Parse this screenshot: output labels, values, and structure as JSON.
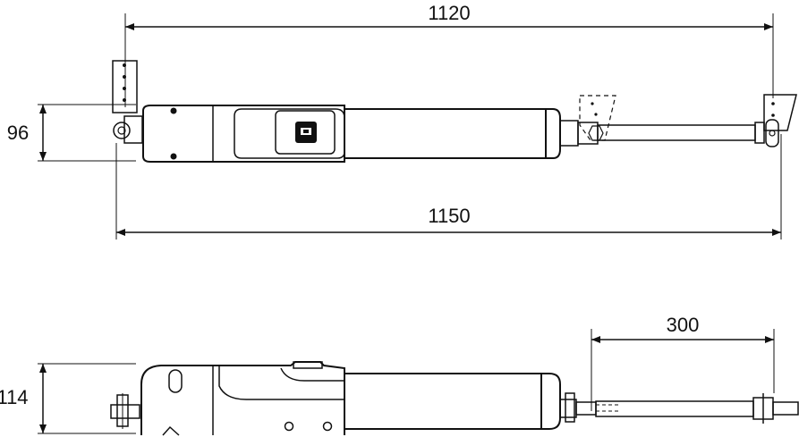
{
  "dimensions": {
    "top_overall_pivot": "1120",
    "top_overall_length": "1150",
    "top_height": "96",
    "side_height": "114",
    "side_stroke": "300"
  },
  "colors": {
    "line": "#111111",
    "body_fill": "#ffffff",
    "background": "#ffffff"
  }
}
